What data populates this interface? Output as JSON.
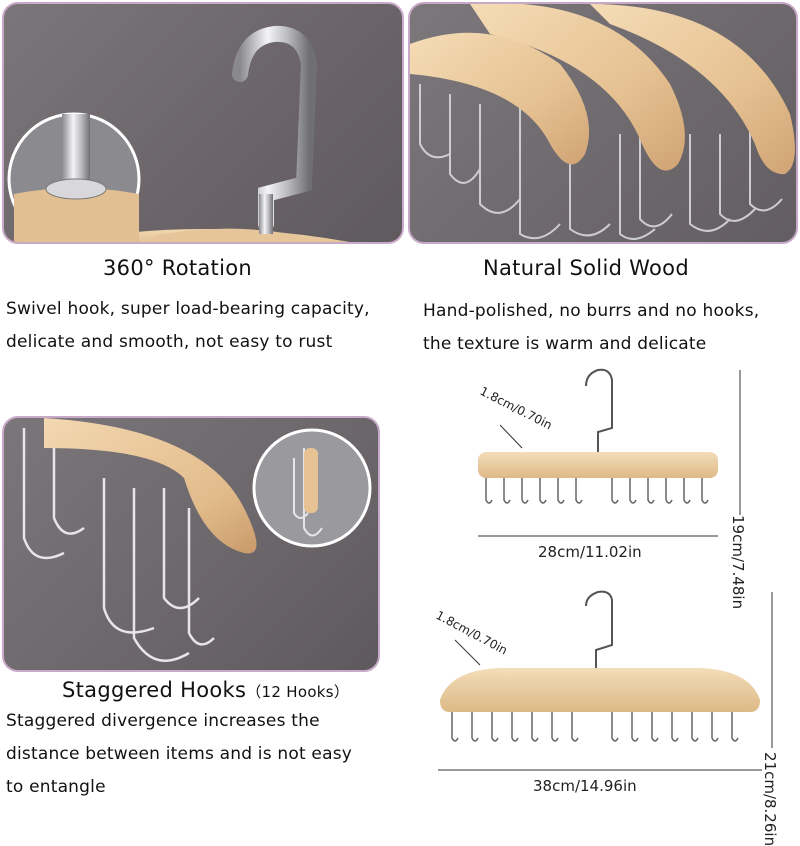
{
  "features": [
    {
      "title": "360° Rotation",
      "description": "Swivel hook, super load-bearing capacity, delicate and smooth, not easy to rust",
      "line1": "Swivel hook, super load-bearing capacity,",
      "line2": "delicate and smooth, not easy to rust"
    },
    {
      "title": "Natural Solid Wood",
      "line1": "Hand-polished, no burrs and no hooks,",
      "line2": "the texture is warm and delicate"
    },
    {
      "title": "Staggered Hooks",
      "title_suffix": "（12 Hooks）",
      "line1": "Staggered divergence increases the",
      "line2": "distance between items and is not easy",
      "line3": "to entangle"
    }
  ],
  "dimensions": {
    "small_hanger": {
      "hook_height": "1.8cm/0.70in",
      "height": "19cm/7.48in",
      "width": "28cm/11.02in"
    },
    "large_hanger": {
      "hook_height": "1.8cm/0.70in",
      "height": "21cm/8.26in",
      "width": "38cm/14.96in"
    }
  },
  "colors": {
    "panel_border": "#c9a9c8",
    "wood": "#e9c89c",
    "background_gray": "#6d686c"
  }
}
